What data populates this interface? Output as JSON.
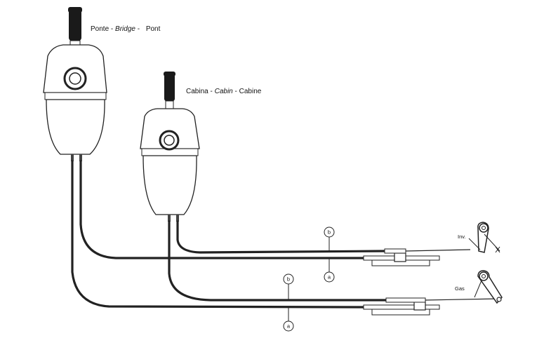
{
  "labels": {
    "bridge": {
      "it": "Ponte",
      "sep1": " - ",
      "en": "Bridge",
      "sep2": " - ",
      "fr": "Pont"
    },
    "cabin": {
      "it": "Cabina",
      "sep1": " - ",
      "en": "Cabin",
      "sep2": " - ",
      "fr": "Cabine"
    },
    "inv": "Inv.",
    "gas": "Gas"
  },
  "callouts": {
    "b_upper": "b",
    "a_upper": "a",
    "b_lower": "b",
    "a_lower": "a"
  }
}
